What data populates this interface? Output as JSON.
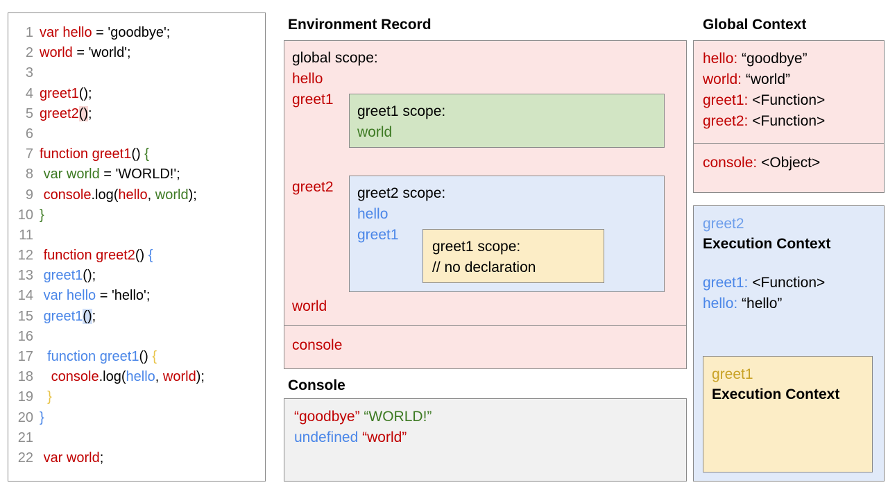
{
  "code_panel": {
    "name": "javascript-source-code",
    "lines": [
      {
        "n": "1",
        "tokens": [
          {
            "t": "var hello",
            "c": "red"
          },
          {
            "t": " = 'goodbye';",
            "c": "black"
          }
        ]
      },
      {
        "n": "2",
        "tokens": [
          {
            "t": "world",
            "c": "red"
          },
          {
            "t": " = 'world';",
            "c": "black"
          }
        ]
      },
      {
        "n": "3",
        "tokens": []
      },
      {
        "n": "4",
        "tokens": [
          {
            "t": "greet1",
            "c": "red"
          },
          {
            "t": "();",
            "c": "black"
          }
        ]
      },
      {
        "n": "5",
        "tokens": [
          {
            "t": "greet2",
            "c": "red"
          },
          {
            "t": "()",
            "c": "black",
            "hl": "red"
          },
          {
            "t": ";",
            "c": "black"
          }
        ]
      },
      {
        "n": "6",
        "tokens": []
      },
      {
        "n": "7",
        "tokens": [
          {
            "t": "function greet1",
            "c": "red"
          },
          {
            "t": "() ",
            "c": "black"
          },
          {
            "t": "{",
            "c": "green"
          }
        ]
      },
      {
        "n": "8",
        "tokens": [
          {
            "t": " ",
            "c": "black"
          },
          {
            "t": "var world",
            "c": "green"
          },
          {
            "t": " = 'WORLD!';",
            "c": "black"
          }
        ]
      },
      {
        "n": "9",
        "tokens": [
          {
            "t": " ",
            "c": "black"
          },
          {
            "t": "console",
            "c": "red"
          },
          {
            "t": ".log(",
            "c": "black"
          },
          {
            "t": "hello",
            "c": "red"
          },
          {
            "t": ", ",
            "c": "black"
          },
          {
            "t": "world",
            "c": "green"
          },
          {
            "t": ");",
            "c": "black"
          }
        ]
      },
      {
        "n": "10",
        "tokens": [
          {
            "t": "}",
            "c": "green"
          }
        ]
      },
      {
        "n": "11",
        "tokens": []
      },
      {
        "n": "12",
        "tokens": [
          {
            "t": " ",
            "c": "black"
          },
          {
            "t": "function greet2",
            "c": "red"
          },
          {
            "t": "() ",
            "c": "black"
          },
          {
            "t": "{",
            "c": "blue"
          }
        ]
      },
      {
        "n": "13",
        "tokens": [
          {
            "t": " ",
            "c": "black"
          },
          {
            "t": "greet1",
            "c": "blue"
          },
          {
            "t": "();",
            "c": "black"
          }
        ]
      },
      {
        "n": "14",
        "tokens": [
          {
            "t": " ",
            "c": "black"
          },
          {
            "t": "var hello",
            "c": "blue"
          },
          {
            "t": " = 'hello';",
            "c": "black"
          }
        ]
      },
      {
        "n": "15",
        "tokens": [
          {
            "t": " ",
            "c": "black"
          },
          {
            "t": "greet1",
            "c": "blue"
          },
          {
            "t": "()",
            "c": "black",
            "hl": "blue"
          },
          {
            "t": ";",
            "c": "black"
          }
        ]
      },
      {
        "n": "16",
        "tokens": []
      },
      {
        "n": "17",
        "tokens": [
          {
            "t": "  ",
            "c": "black"
          },
          {
            "t": "function greet1",
            "c": "blue"
          },
          {
            "t": "() ",
            "c": "black"
          },
          {
            "t": "{",
            "c": "gold"
          }
        ]
      },
      {
        "n": "18",
        "tokens": [
          {
            "t": "   ",
            "c": "black"
          },
          {
            "t": "console",
            "c": "red"
          },
          {
            "t": ".log(",
            "c": "black"
          },
          {
            "t": "hello",
            "c": "blue"
          },
          {
            "t": ", ",
            "c": "black"
          },
          {
            "t": "world",
            "c": "red"
          },
          {
            "t": ");",
            "c": "black"
          }
        ]
      },
      {
        "n": "19",
        "tokens": [
          {
            "t": "  ",
            "c": "black"
          },
          {
            "t": "}",
            "c": "gold"
          }
        ]
      },
      {
        "n": "20",
        "tokens": [
          {
            "t": "}",
            "c": "blue"
          }
        ]
      },
      {
        "n": "21",
        "tokens": []
      },
      {
        "n": "22",
        "tokens": [
          {
            "t": " ",
            "c": "black"
          },
          {
            "t": "var world",
            "c": "red"
          },
          {
            "t": ";",
            "c": "black"
          }
        ]
      }
    ]
  },
  "environment_record": {
    "title": "Environment Record",
    "global_scope_label": "global scope:",
    "global_bindings_top": [
      "hello",
      "greet1"
    ],
    "greet2_binding": "greet2",
    "world_binding": "world",
    "console_binding": "console",
    "greet1_scope": {
      "label": "greet1 scope:",
      "bindings": [
        "world"
      ]
    },
    "greet2_scope": {
      "label": "greet2 scope:",
      "bindings": [
        "hello",
        "greet1"
      ]
    },
    "greet1_inner_scope": {
      "label": "greet1 scope:",
      "comment": "// no declaration"
    }
  },
  "console": {
    "title": "Console",
    "lines": [
      [
        {
          "t": "“goodbye”",
          "c": "red"
        },
        {
          "t": " ",
          "c": "black"
        },
        {
          "t": "“WORLD!”",
          "c": "green"
        }
      ],
      [
        {
          "t": "undefined",
          "c": "blue"
        },
        {
          "t": " ",
          "c": "black"
        },
        {
          "t": "“world”",
          "c": "red"
        }
      ]
    ]
  },
  "global_context": {
    "title": "Global Context",
    "variables": [
      {
        "key": "hello:",
        "value": " “goodbye”"
      },
      {
        "key": "world:",
        "value": " “world”"
      },
      {
        "key": "greet1:",
        "value": " <Function>"
      },
      {
        "key": "greet2:",
        "value": " <Function>"
      }
    ],
    "console_entry": {
      "key": "console:",
      "value": " <Object>"
    }
  },
  "greet2_execution_context": {
    "name": "greet2",
    "heading": "Execution Context",
    "variables": [
      {
        "key": "greet1:",
        "value": " <Function>"
      },
      {
        "key": "hello:",
        "value": " “hello”"
      }
    ],
    "nested": {
      "name": "greet1",
      "heading": "Execution Context"
    }
  },
  "colors": {
    "red": "#c00000",
    "green": "#3d7a23",
    "blue": "#4a86e8",
    "gold": "#e8c44a",
    "pink_bg": "#fce5e4",
    "green_bg": "#d2e5c4",
    "blue_bg": "#e1eaf9",
    "yellow_bg": "#fcedc6",
    "console_bg": "#f1f1f1",
    "border": "#8a8a8a"
  }
}
